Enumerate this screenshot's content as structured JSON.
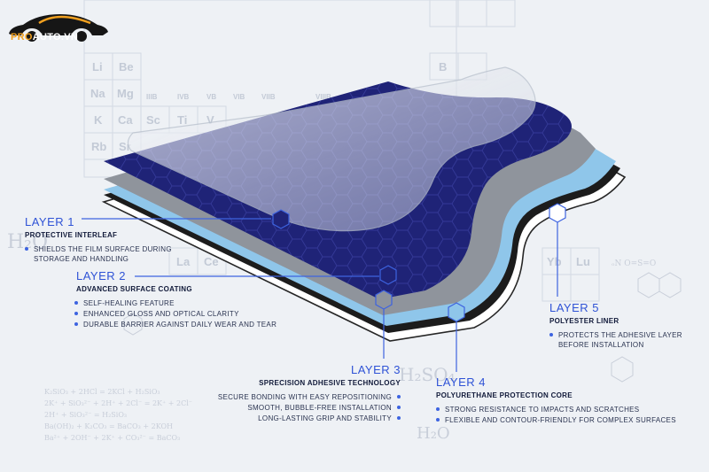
{
  "brand": {
    "prefix": "PRO",
    "suffix": "AUTO.VN"
  },
  "periodic": [
    "Li",
    "Be",
    "Na",
    "Mg",
    "K",
    "Ca",
    "Sc",
    "Ti",
    "V",
    "Rb",
    "Sr",
    "La",
    "Ce",
    "IIIB",
    "IVB",
    "VB",
    "VIB",
    "VIIB",
    "VIIIB",
    "B",
    "Yb",
    "Lu"
  ],
  "layers": [
    {
      "title": "LAYER 1",
      "subtitle": "PROTECTIVE INTERLEAF",
      "bullets": [
        "SHIELDS THE FILM SURFACE DURING STORAGE AND HANDLING"
      ]
    },
    {
      "title": "LAYER 2",
      "subtitle": "ADVANCED SURFACE COATING",
      "bullets": [
        "SELF-HEALING FEATURE",
        "ENHANCED GLOSS AND OPTICAL CLARITY",
        "DURABLE BARRIER AGAINST DAILY WEAR AND TEAR"
      ]
    },
    {
      "title": "LAYER 3",
      "subtitle": "SPRECISION ADHESIVE TECHNOLOGY",
      "bullets": [
        "SECURE BONDING WITH EASY REPOSITIONING",
        "SMOOTH, BUBBLE-FREE INSTALLATION",
        "LONG-LASTING GRIP AND STABILITY"
      ]
    },
    {
      "title": "LAYER 4",
      "subtitle": "POLYURETHANE PROTECTION CORE",
      "bullets": [
        "STRONG RESISTANCE TO IMPACTS AND SCRATCHES",
        "FLEXIBLE AND CONTOUR-FRIENDLY FOR COMPLEX SURFACES"
      ]
    },
    {
      "title": "LAYER 5",
      "subtitle": "POLYESTER LINER",
      "bullets": [
        "PROTECTS THE ADHESIVE LAYER BEFORE INSTALLATION"
      ]
    }
  ],
  "colors": {
    "accent": "#2f53d6",
    "navy": "#1f2377",
    "grey": "#8f949c",
    "lightblue": "#8fc6ea",
    "white": "#ffffff"
  }
}
